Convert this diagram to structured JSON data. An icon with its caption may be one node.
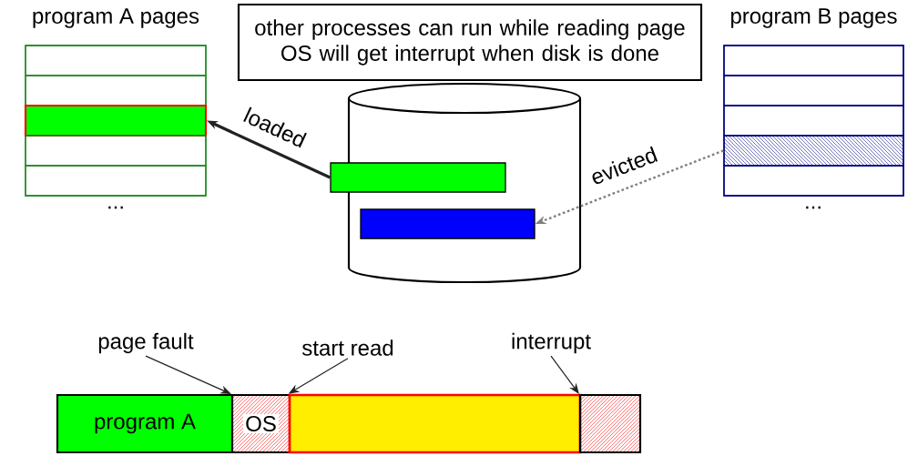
{
  "diagram": {
    "nodes": [
      {
        "text": [
          "program A pages"
        ]
      },
      {
        "text": [],
        "shape": "box",
        "in": 0
      },
      {
        "text": [],
        "shape": "box",
        "in": 0
      },
      {
        "text": [],
        "shape": "box",
        "in": 0
      },
      {
        "text": [],
        "shape": "box",
        "in": 0
      },
      {
        "text": [],
        "shape": "box",
        "in": 0
      },
      {
        "text": [
          "other processes can run while reading page OS will get interrupt when disk is done"
        ]
      },
      {
        "text": [
          "program B pages"
        ]
      },
      {
        "text": [],
        "shape": "box",
        "in": 7
      },
      {
        "text": [],
        "shape": "box",
        "in": 7
      },
      {
        "text": [],
        "shape": "box",
        "in": 7
      },
      {
        "text": [],
        "shape": "box",
        "in": 7
      },
      {
        "text": [],
        "shape": "box",
        "in": 7
      },
      {
        "text": [],
        "shape": "cylinder"
      },
      {
        "text": [],
        "shape": "bar",
        "in": 13
      },
      {
        "text": [],
        "shape": "bar",
        "in": 13
      },
      {
        "text": [
          "page fault"
        ]
      },
      {
        "text": [
          "start read"
        ]
      },
      {
        "text": [
          "interrupt"
        ]
      },
      {
        "text": [
          "program A"
        ]
      },
      {
        "text": [
          "OS"
        ]
      },
      {
        "text": [],
        "shape": "box"
      },
      {
        "text": [],
        "shape": "box"
      }
    ],
    "edges": [
      {
        "from": 14,
        "to": 3,
        "arrow": "to",
        "label": "loaded",
        "style": "thick"
      },
      {
        "from": 11,
        "to": 15,
        "arrow": "to",
        "label": "evicted",
        "style": "dashed",
        "color": "#808080"
      },
      {
        "from": 16,
        "to": 20,
        "arrow": "to"
      },
      {
        "from": 17,
        "to": 21,
        "arrow": "to"
      },
      {
        "from": 18,
        "to": 22,
        "arrow": "to"
      }
    ],
    "labels": [
      "...",
      "..."
    ]
  }
}
